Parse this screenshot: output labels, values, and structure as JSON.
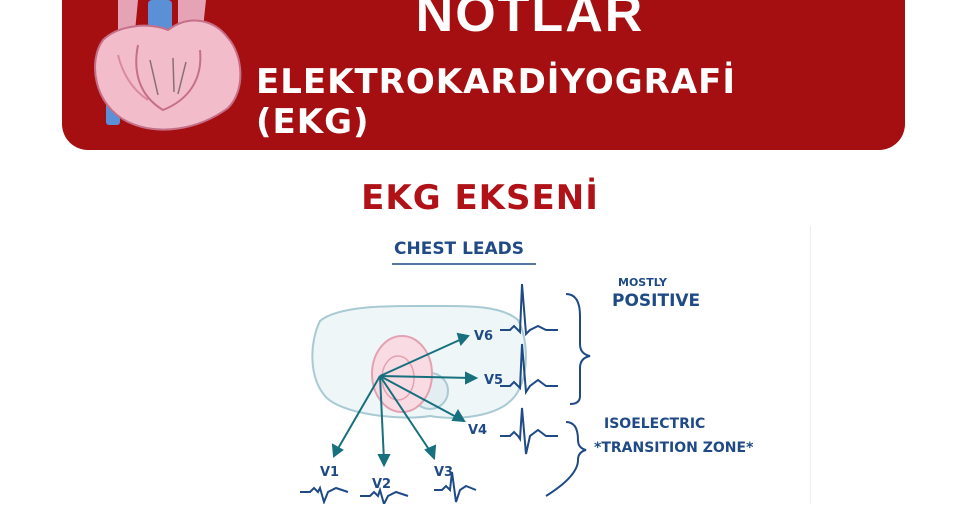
{
  "header": {
    "title": "NOTLAR",
    "subtitle": "ELEKTROKARDİYOGRAFİ (EKG)",
    "icon": "heart-illustration",
    "background_color": "#a50f12",
    "text_color": "#ffffff"
  },
  "section": {
    "title": "EKG EKSENİ",
    "color": "#b01217"
  },
  "diagram": {
    "title": "CHEST LEADS",
    "leads": [
      "V6",
      "V5",
      "V4",
      "V1",
      "V2",
      "V3"
    ],
    "annotations": {
      "top_small": "MOSTLY",
      "top_big": "POSITIVE",
      "mid_small": "ISOELECTRIC",
      "mid_big": "*TRANSITION ZONE*"
    },
    "ink_color": "#1f4a86",
    "arrow_color": "#17707e"
  }
}
